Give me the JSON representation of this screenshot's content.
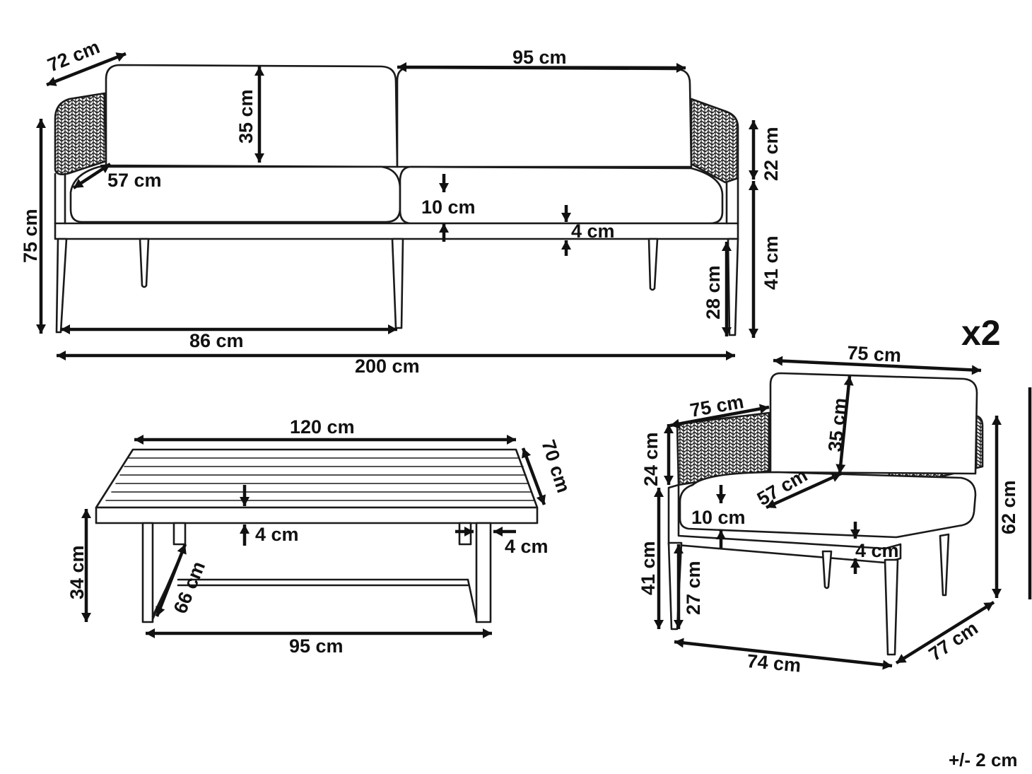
{
  "sofa": {
    "depth": "72 cm",
    "back_cushion_height": "35 cm",
    "cushion_width": "95 cm",
    "seat_depth": "57 cm",
    "seat_cushion_thickness": "10 cm",
    "frame_thickness": "4 cm",
    "total_height": "75 cm",
    "armrest_above_seat": "22 cm",
    "seat_height": "41 cm",
    "leg_height": "28 cm",
    "inner_half_width": "86 cm",
    "total_width": "200 cm"
  },
  "table": {
    "width": "120 cm",
    "depth": "70 cm",
    "top_thickness": "4 cm",
    "leg_thickness": "4 cm",
    "height": "34 cm",
    "base_depth": "66 cm",
    "base_width": "95 cm"
  },
  "armchair": {
    "quantity": "x2",
    "width": "75 cm",
    "armrest_depth": "75 cm",
    "back_cushion_height": "35 cm",
    "armrest_height": "24 cm",
    "seat_depth": "57 cm",
    "seat_cushion_thickness": "10 cm",
    "frame_thickness": "4 cm",
    "seat_height": "41 cm",
    "leg_height": "27 cm",
    "total_height": "62 cm",
    "base_width": "74 cm",
    "base_depth": "77 cm"
  },
  "tolerance": "+/- 2 cm"
}
